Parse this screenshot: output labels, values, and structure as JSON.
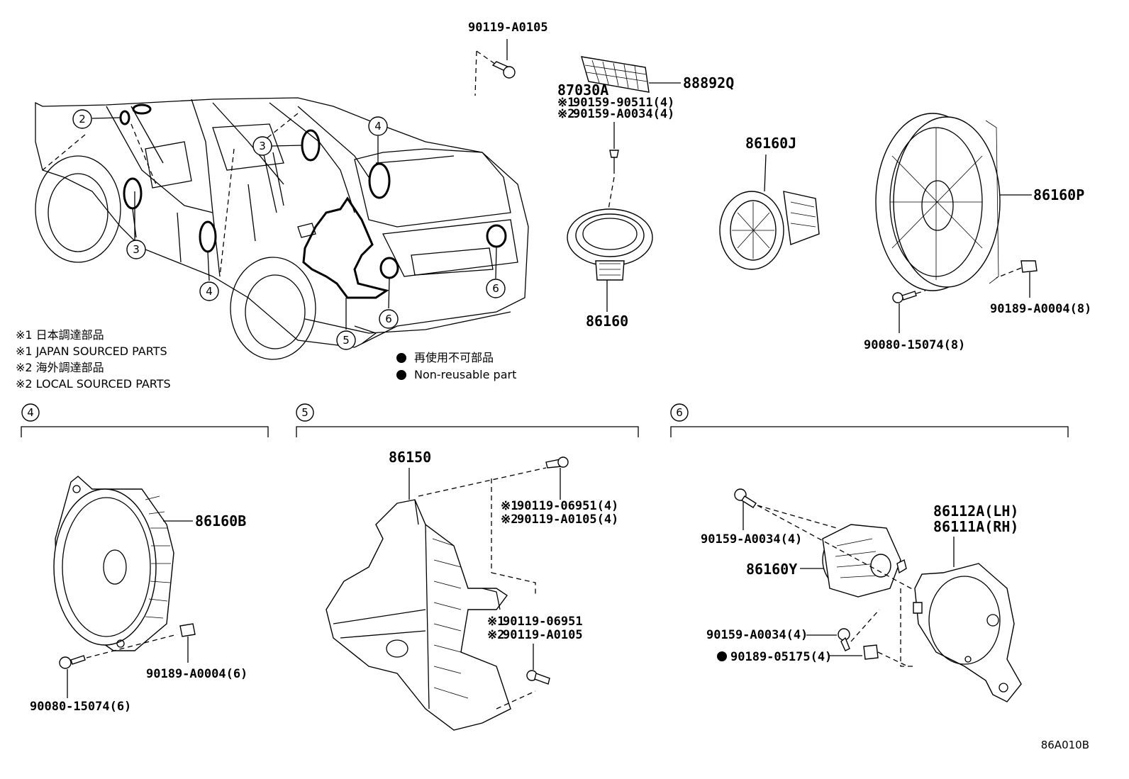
{
  "parts": {
    "p1": "90119-A0105",
    "p2": "88892Q",
    "p3": "87030A",
    "p4a": "90159-90511(4)",
    "p4b": "90159-A0034(4)",
    "p5": "86160J",
    "p6": "86160P",
    "p7": "86160",
    "p8": "90189-A0004(8)",
    "p9": "90080-15074(8)",
    "p10": "86160B",
    "p11": "90189-A0004(6)",
    "p12": "90080-15074(6)",
    "p13": "86150",
    "p14a": "90119-06951(4)",
    "p14b": "90119-A0105(4)",
    "p15a": "90119-06951",
    "p15b": "90119-A0105",
    "p16": "86112A(LH)",
    "p17": "86111A(RH)",
    "p18": "90159-A0034(4)",
    "p19": "86160Y",
    "p20": "90159-A0034(4)",
    "p21": "90189-05175(4)"
  },
  "marks": {
    "m1": "※1",
    "m2": "※2"
  },
  "notes": {
    "n1": "※1 日本調達部品",
    "n2": "※1 JAPAN SOURCED PARTS",
    "n3": "※2 海外調達部品",
    "n4": "※2 LOCAL SOURCED PARTS"
  },
  "legend": {
    "l1": "再使用不可部品",
    "l2": "Non-reusable part"
  },
  "callouts": {
    "c2": "2",
    "c3": "3",
    "c4": "4",
    "c5": "5",
    "c6": "6"
  },
  "sections": {
    "s4": "4",
    "s5": "5",
    "s6": "6"
  },
  "figure_id": "86A010B"
}
